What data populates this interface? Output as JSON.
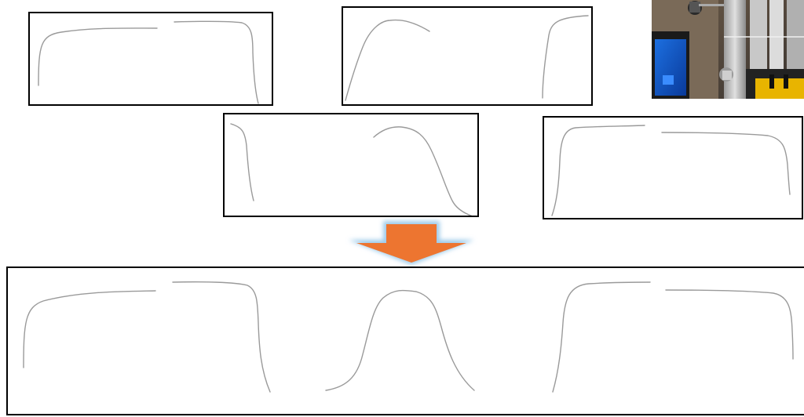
{
  "colors": {
    "panel_border": "#000000",
    "curve_stroke": "#9a9a9a",
    "arrow_fill": "#ed7530",
    "arrow_glow": "#9ecbea"
  },
  "panels": [
    {
      "id": "scan-1",
      "shape": "flat-top curve, left and right edges"
    },
    {
      "id": "scan-2",
      "shape": "rising left arc and right edge"
    },
    {
      "id": "scan-3",
      "shape": "left edge and falling right arc"
    },
    {
      "id": "scan-4",
      "shape": "flat-top curve, left and right edges"
    }
  ],
  "arrow": {
    "direction": "down",
    "icon": "down-arrow-icon"
  },
  "result": {
    "segments": 3
  },
  "photo": {
    "icon": "device-photo"
  }
}
